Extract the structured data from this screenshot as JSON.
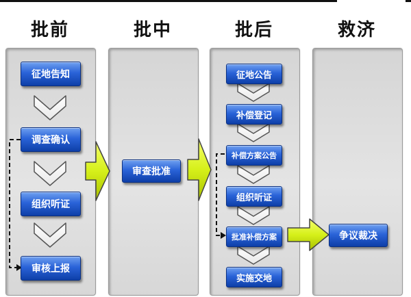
{
  "columns": [
    {
      "heading": "批前",
      "steps": [
        "征地告知",
        "调查确认",
        "组织听证",
        "审核上报"
      ]
    },
    {
      "heading": "批中",
      "steps": [
        "审查批准"
      ]
    },
    {
      "heading": "批后",
      "steps": [
        "征地公告",
        "补偿登记",
        "补偿方案公告",
        "组织听证",
        "批准补偿方案",
        "实施交地"
      ]
    },
    {
      "heading": "救济",
      "steps": [
        "争议裁决"
      ]
    }
  ],
  "colors": {
    "box_top": "#6fa0f0",
    "box_bottom": "#0e3fa8",
    "arrow": "#d6f01a",
    "panel": "#dcdcdc"
  }
}
